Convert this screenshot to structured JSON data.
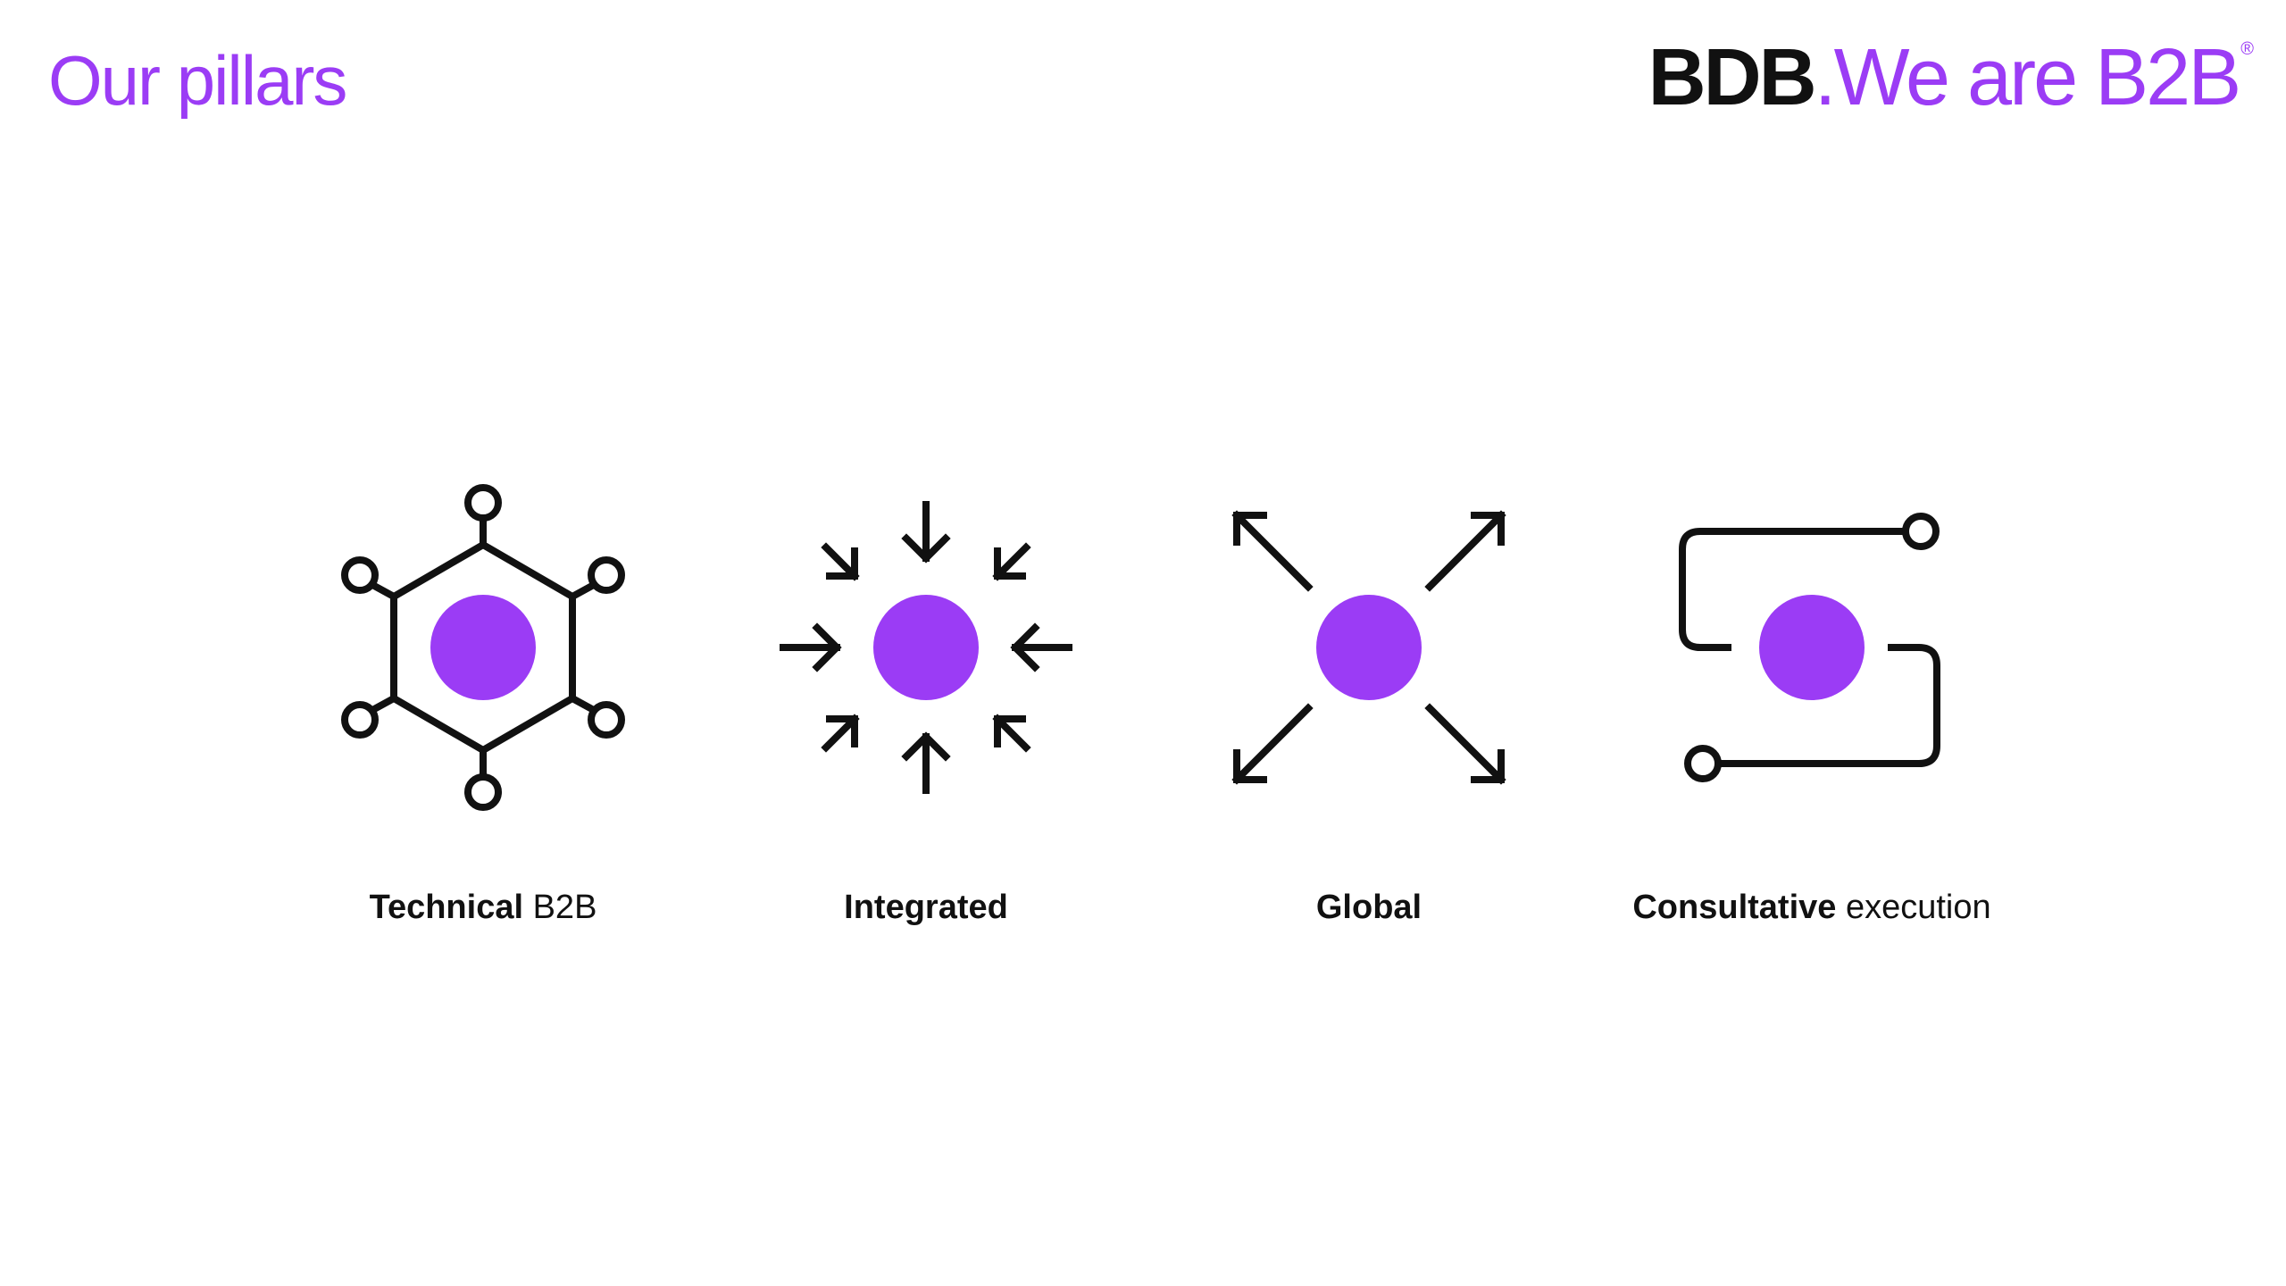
{
  "slide": {
    "title": "Our pillars"
  },
  "brand": {
    "mark": "BDB",
    "tagline": ".We are B2B",
    "registered": "®"
  },
  "colors": {
    "accent": "#9b3cf5",
    "text": "#111111",
    "background": "#ffffff"
  },
  "pillars": [
    {
      "icon": "hexagon-network-icon",
      "label_bold": "Technical",
      "label_light": " B2B"
    },
    {
      "icon": "arrows-inward-icon",
      "label_bold": "Integrated",
      "label_light": ""
    },
    {
      "icon": "arrows-outward-icon",
      "label_bold": "Global",
      "label_light": ""
    },
    {
      "icon": "winding-path-icon",
      "label_bold": "Consultative",
      "label_light": " execution"
    }
  ]
}
